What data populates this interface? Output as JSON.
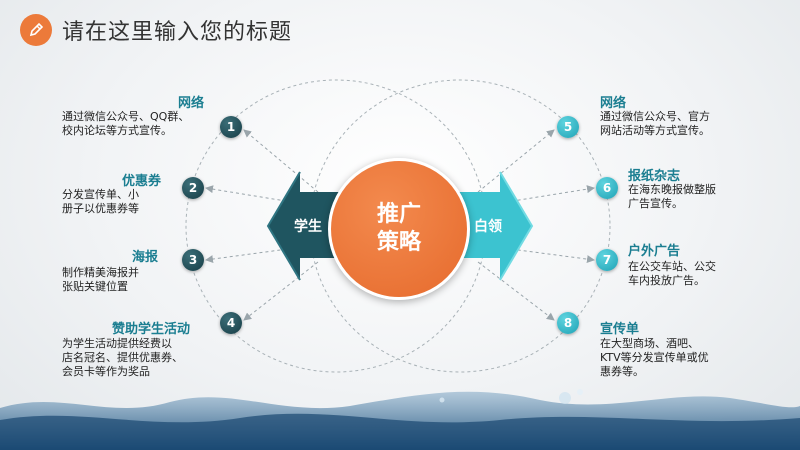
{
  "title": "请在这里输入您的标题",
  "center": {
    "line1": "推广",
    "line2": "策略"
  },
  "left_tag": "学生",
  "right_tag": "白领",
  "items": [
    {
      "num": "1",
      "head": "网络",
      "body": [
        "通过微信公众号、QQ群、",
        "校内论坛等方式宣传。"
      ]
    },
    {
      "num": "2",
      "head": "优惠券",
      "body": [
        "分发宣传单、小",
        "册子以优惠券等"
      ]
    },
    {
      "num": "3",
      "head": "海报",
      "body": [
        "制作精美海报并",
        "张贴关键位置"
      ]
    },
    {
      "num": "4",
      "head": "赞助学生活动",
      "body": [
        "为学生活动提供经费以",
        "店名冠名、提供优惠券、",
        "会员卡等作为奖品"
      ]
    },
    {
      "num": "5",
      "head": "网络",
      "body": [
        "通过微信公众号、官方",
        "网站活动等方式宣传。"
      ]
    },
    {
      "num": "6",
      "head": "报纸杂志",
      "body": [
        "在海东晚报做整版",
        "广告宣传。"
      ]
    },
    {
      "num": "7",
      "head": "户外广告",
      "body": [
        "在公交车站、公交",
        "车内投放广告。"
      ]
    },
    {
      "num": "8",
      "head": "宣传单",
      "body": [
        "在大型商场、酒吧、",
        "KTV等分发宣传单或优",
        "惠券等。"
      ]
    }
  ],
  "colors": {
    "accent": "#ec7a3a",
    "left_arrow": "#1f5560",
    "right_arrow": "#3cc3d0",
    "heading": "#1b7e91"
  },
  "icons": {
    "logo": "pencil-icon"
  }
}
